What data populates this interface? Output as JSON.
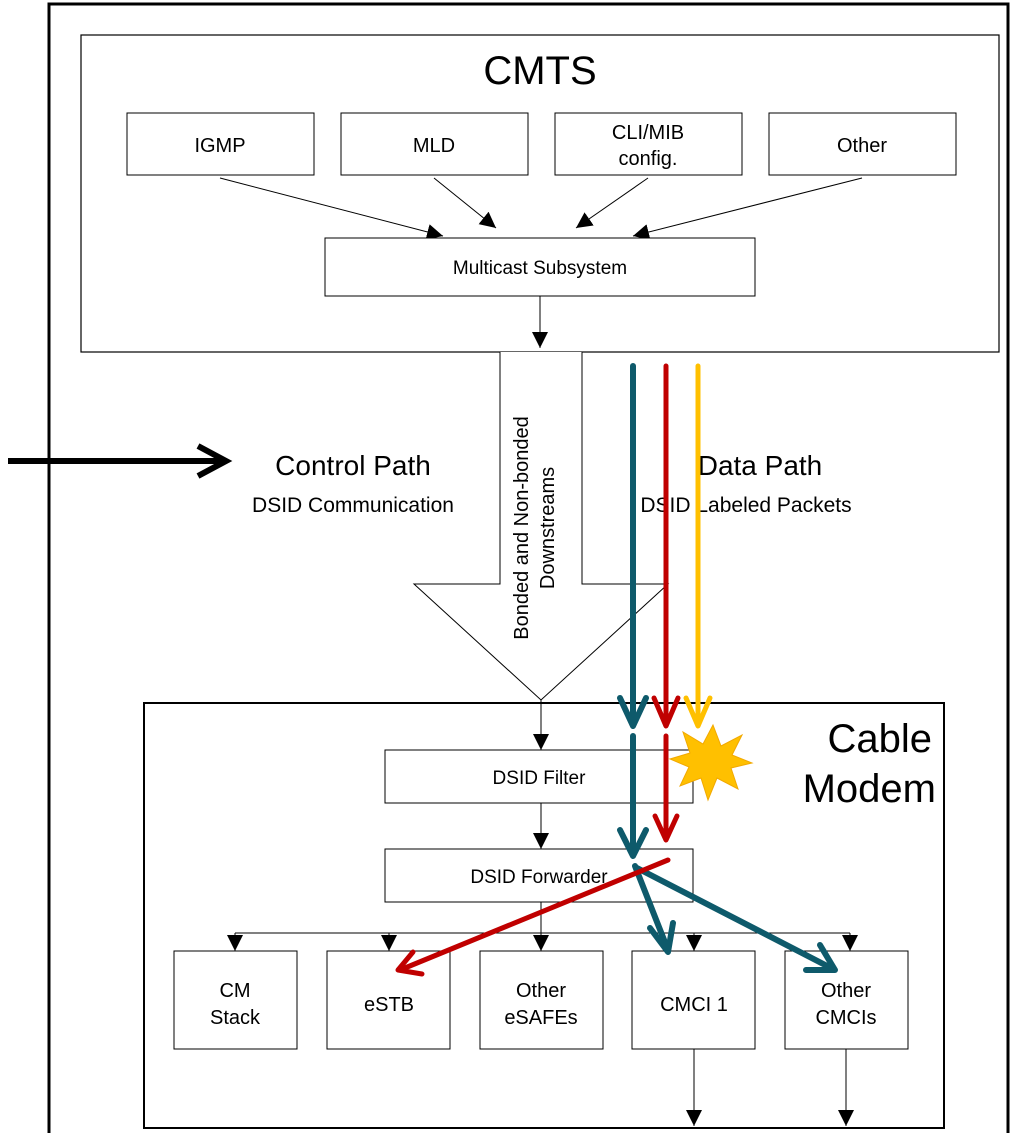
{
  "cmts": {
    "title": "CMTS",
    "inputs": [
      {
        "line1": "IGMP",
        "line2": ""
      },
      {
        "line1": "MLD",
        "line2": ""
      },
      {
        "line1": "CLI/MIB",
        "line2": "config."
      },
      {
        "line1": "Other",
        "line2": ""
      }
    ],
    "multicast_subsystem": "Multicast Subsystem"
  },
  "downstream": {
    "line1": "Bonded and Non-bonded",
    "line2": "Downstreams"
  },
  "control_path": {
    "title": "Control Path",
    "subtitle": "DSID Communication"
  },
  "data_path": {
    "title": "Data Path",
    "subtitle": "DSID Labeled Packets"
  },
  "cable_modem": {
    "title_line1": "Cable",
    "title_line2": "Modem",
    "dsid_filter": "DSID Filter",
    "dsid_forwarder": "DSID Forwarder",
    "outputs": [
      {
        "line1": "CM",
        "line2": "Stack"
      },
      {
        "line1": "eSTB",
        "line2": ""
      },
      {
        "line1": "Other",
        "line2": "eSAFEs"
      },
      {
        "line1": "CMCI 1",
        "line2": ""
      },
      {
        "line1": "Other",
        "line2": "CMCIs"
      }
    ]
  },
  "colors": {
    "stream_teal": "#0E5A6B",
    "stream_red": "#C00000",
    "stream_yellow": "#FFC000",
    "burst": "#FFC000",
    "line": "#000000"
  }
}
